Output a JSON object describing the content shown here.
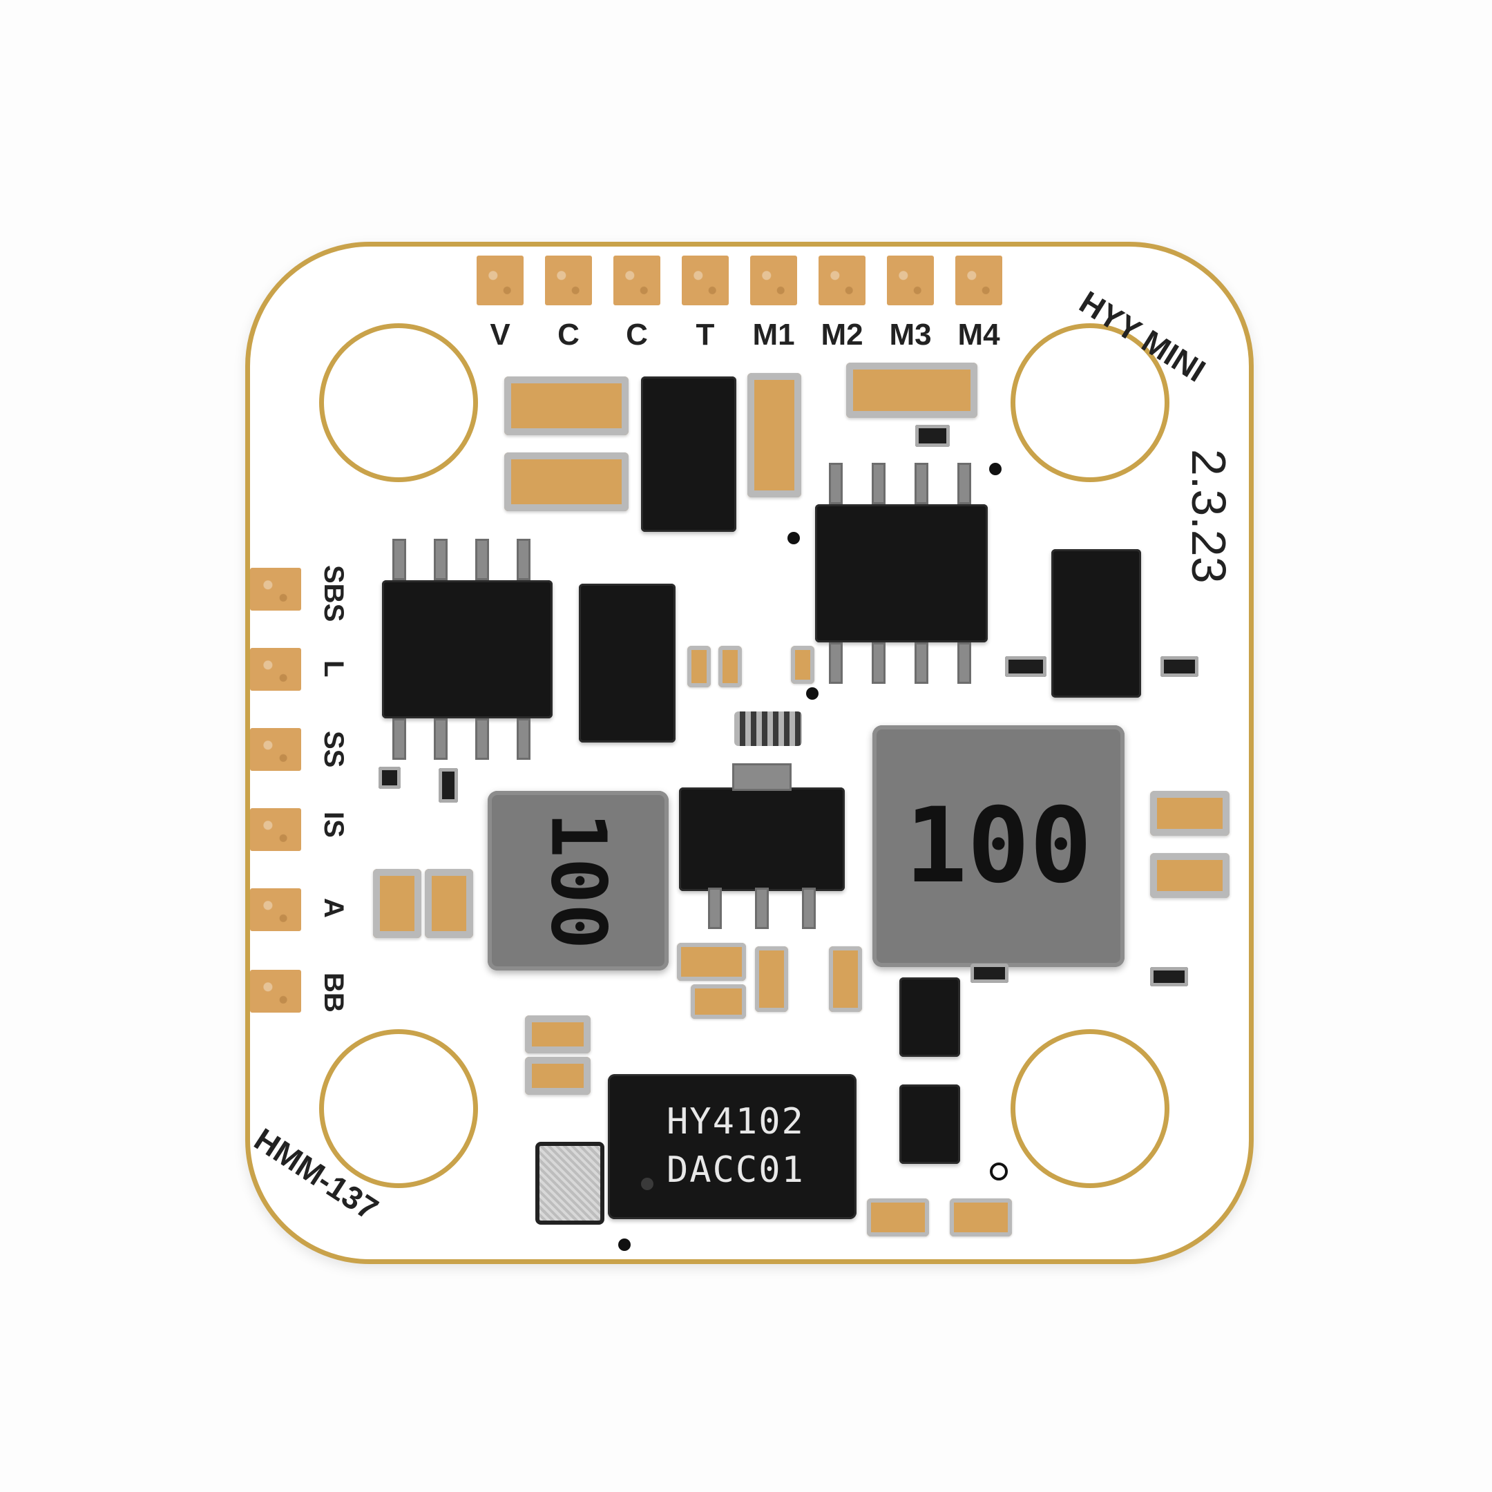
{
  "board": {
    "top_pad_labels": [
      "V",
      "C",
      "C",
      "T",
      "M1",
      "M2",
      "M3",
      "M4"
    ],
    "left_pad_labels": [
      "SBS",
      "L",
      "SS",
      "IS",
      "A",
      "BB"
    ],
    "brand_label": "HYY MINI",
    "date_code": "2.3.23",
    "model_label": "HMM-137",
    "inductor_large_marking": "100",
    "inductor_small_marking": "100",
    "ic_marking_line1": "HY4102",
    "ic_marking_line2": "DACC01"
  },
  "colors": {
    "board": "#ffffff",
    "gold_edge": "#c9a24a",
    "pad": "#d9a35f",
    "chip": "#161616",
    "inductor": "#7b7b7b"
  }
}
